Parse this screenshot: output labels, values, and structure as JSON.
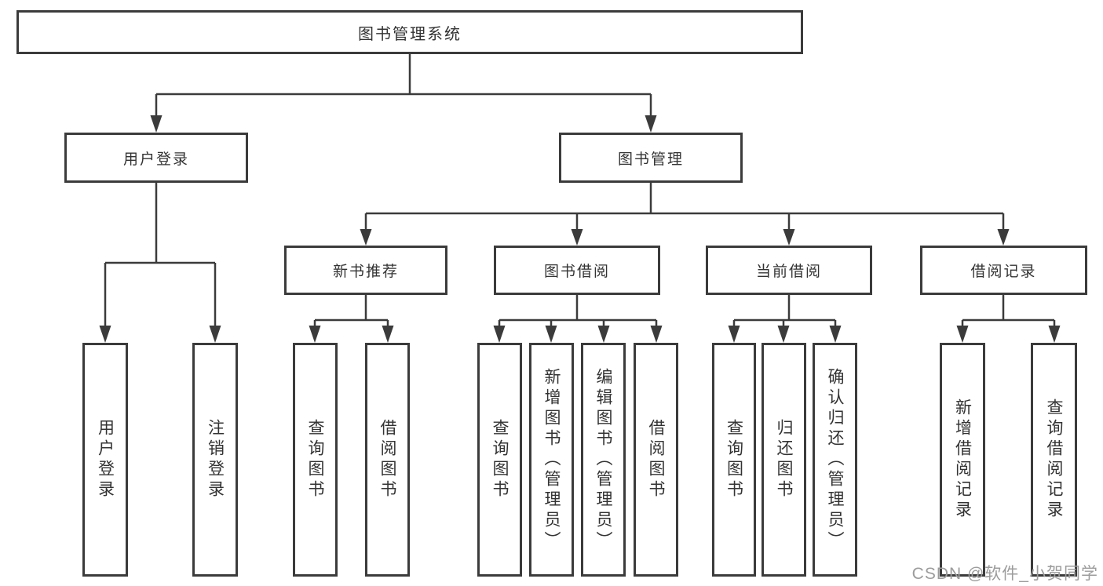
{
  "nodes": {
    "root": "图书管理系统",
    "level2": [
      "用户登录",
      "图书管理"
    ],
    "level3": [
      "新书推荐",
      "图书借阅",
      "当前借阅",
      "借阅记录"
    ],
    "leaves": [
      "用户登录",
      "注销登录",
      "查询图书",
      "借阅图书",
      "查询图书",
      "新增图书（管理员）",
      "编辑图书（管理员）",
      "借阅图书",
      "查询图书",
      "归还图书",
      "确认归还（管理员）",
      "新增借阅记录",
      "查询借阅记录"
    ]
  },
  "watermark": "CSDN @软件_小贺同学",
  "colors": {
    "line": "#3b3b3b",
    "text": "#333333",
    "watermark": "#9c9c9c",
    "background": "#ffffff"
  }
}
